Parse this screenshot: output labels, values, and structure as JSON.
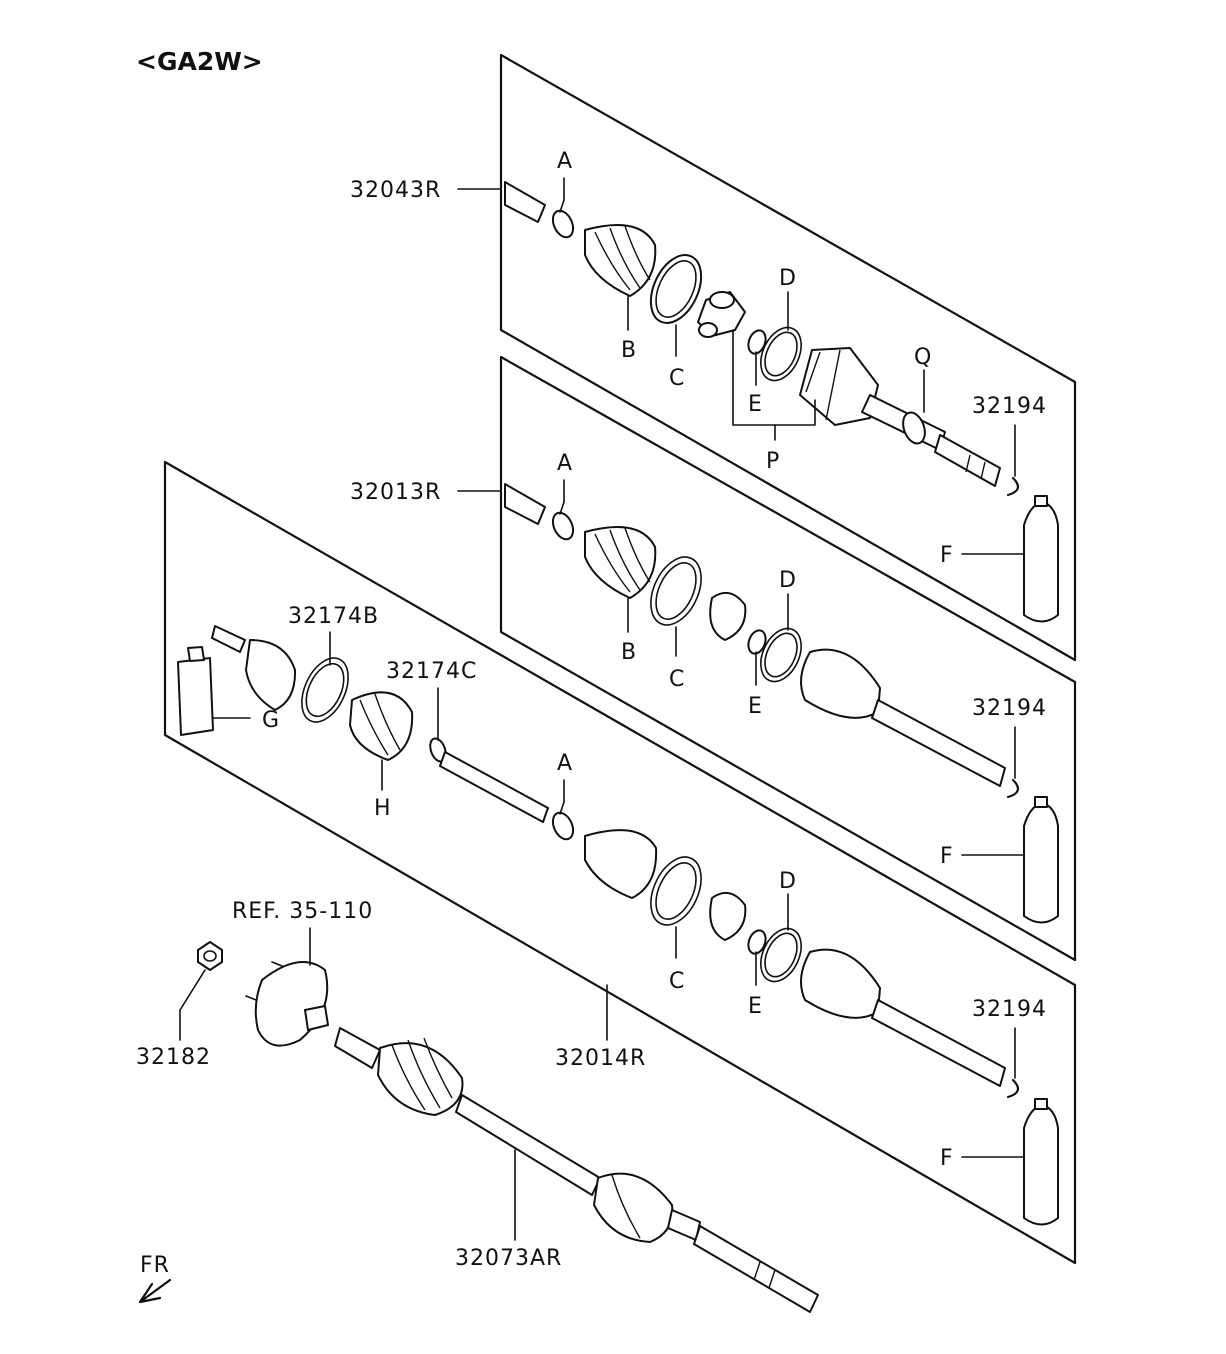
{
  "diagram": {
    "title": "<GA2W>",
    "labels": {
      "p32043R": "32043R",
      "p32013R": "32013R",
      "p32014R": "32014R",
      "p32073AR": "32073AR",
      "p32174B": "32174B",
      "p32174C": "32174C",
      "p32182": "32182",
      "p32194a": "32194",
      "p32194b": "32194",
      "p32194c": "32194",
      "ref": "REF. 35-110",
      "A1": "A",
      "A2": "A",
      "A3": "A",
      "B1": "B",
      "B2": "B",
      "C1": "C",
      "C2": "C",
      "C3": "C",
      "D1": "D",
      "D2": "D",
      "D3": "D",
      "E1": "E",
      "E2": "E",
      "E3": "E",
      "F1": "F",
      "F2": "F",
      "F3": "F",
      "G": "G",
      "H": "H",
      "P": "P",
      "Q": "Q",
      "fr": "FR"
    }
  }
}
